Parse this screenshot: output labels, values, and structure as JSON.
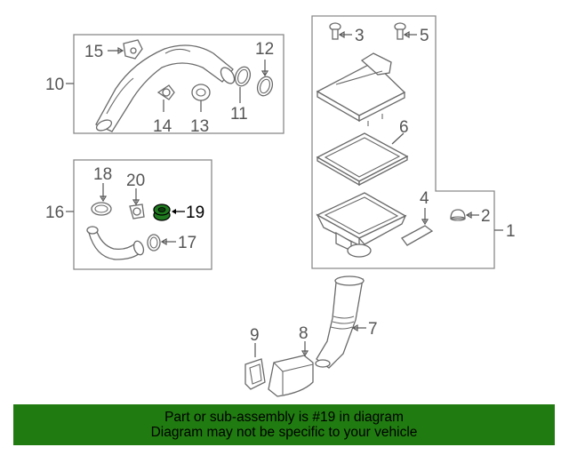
{
  "callouts": {
    "c1": "1",
    "c2": "2",
    "c3": "3",
    "c4": "4",
    "c5": "5",
    "c6": "6",
    "c7": "7",
    "c8": "8",
    "c9": "9",
    "c10": "10",
    "c11": "11",
    "c12": "12",
    "c13": "13",
    "c14": "14",
    "c15": "15",
    "c16": "16",
    "c17": "17",
    "c18": "18",
    "c19": "19",
    "c20": "20"
  },
  "highlighted_part": "19",
  "colors": {
    "banner": "#207b10",
    "highlight": "#1f7a1f",
    "line": "#6a6a6a"
  },
  "banner": {
    "line1": "Part or sub-assembly is #19 in diagram",
    "line2": "Diagram may not be specific to your vehicle"
  }
}
